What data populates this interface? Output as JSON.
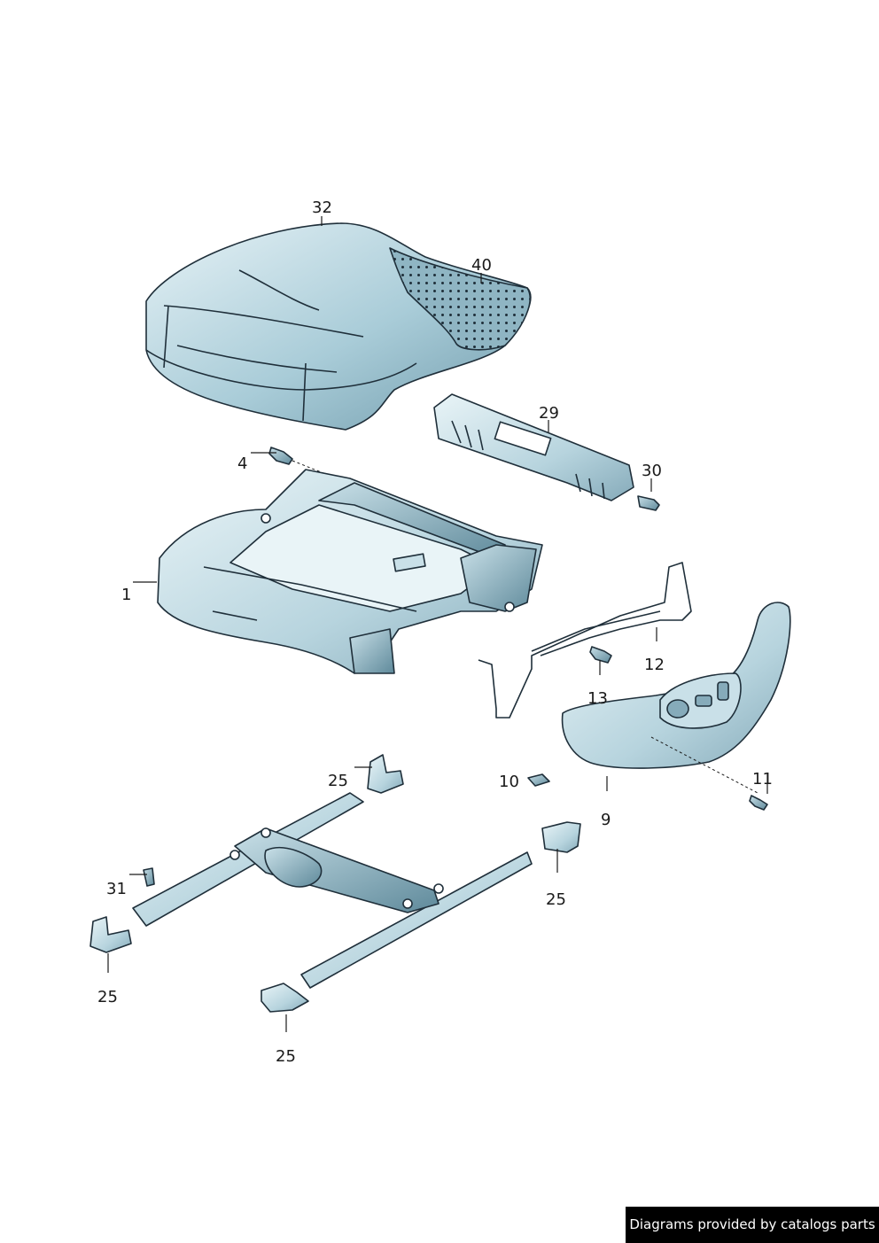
{
  "colors": {
    "part_fill_light": "#dfeef3",
    "part_fill_mid": "#a9ccd8",
    "part_fill_dark": "#6f9aab",
    "outline": "#1f2f3a",
    "footer_bg": "#000000",
    "footer_text": "#ffffff"
  },
  "parts": [
    {
      "id": "seat-cushion",
      "callout": "32"
    },
    {
      "id": "cushion-perforated-insert",
      "callout": "40"
    },
    {
      "id": "lumbar-bracket",
      "callout": "29"
    },
    {
      "id": "bracket-screw",
      "callout": "30"
    },
    {
      "id": "frame-screw",
      "callout": "4"
    },
    {
      "id": "seat-frame",
      "callout": "1"
    },
    {
      "id": "wiring-bracket",
      "callout": "12"
    },
    {
      "id": "bracket-bolt",
      "callout": "13"
    },
    {
      "id": "side-trim-panel",
      "callout": "9"
    },
    {
      "id": "trim-screw",
      "callout": "11"
    },
    {
      "id": "clip",
      "callout": "10"
    },
    {
      "id": "rail-cover-top-left",
      "callout": "25"
    },
    {
      "id": "rail-cover-right",
      "callout": "25"
    },
    {
      "id": "rail-cover-bottom-left",
      "callout": "25"
    },
    {
      "id": "rail-cover-bottom-center",
      "callout": "25"
    },
    {
      "id": "rail-bolt",
      "callout": "31"
    }
  ],
  "footer": {
    "credit": "Diagrams provided by catalogs parts"
  }
}
